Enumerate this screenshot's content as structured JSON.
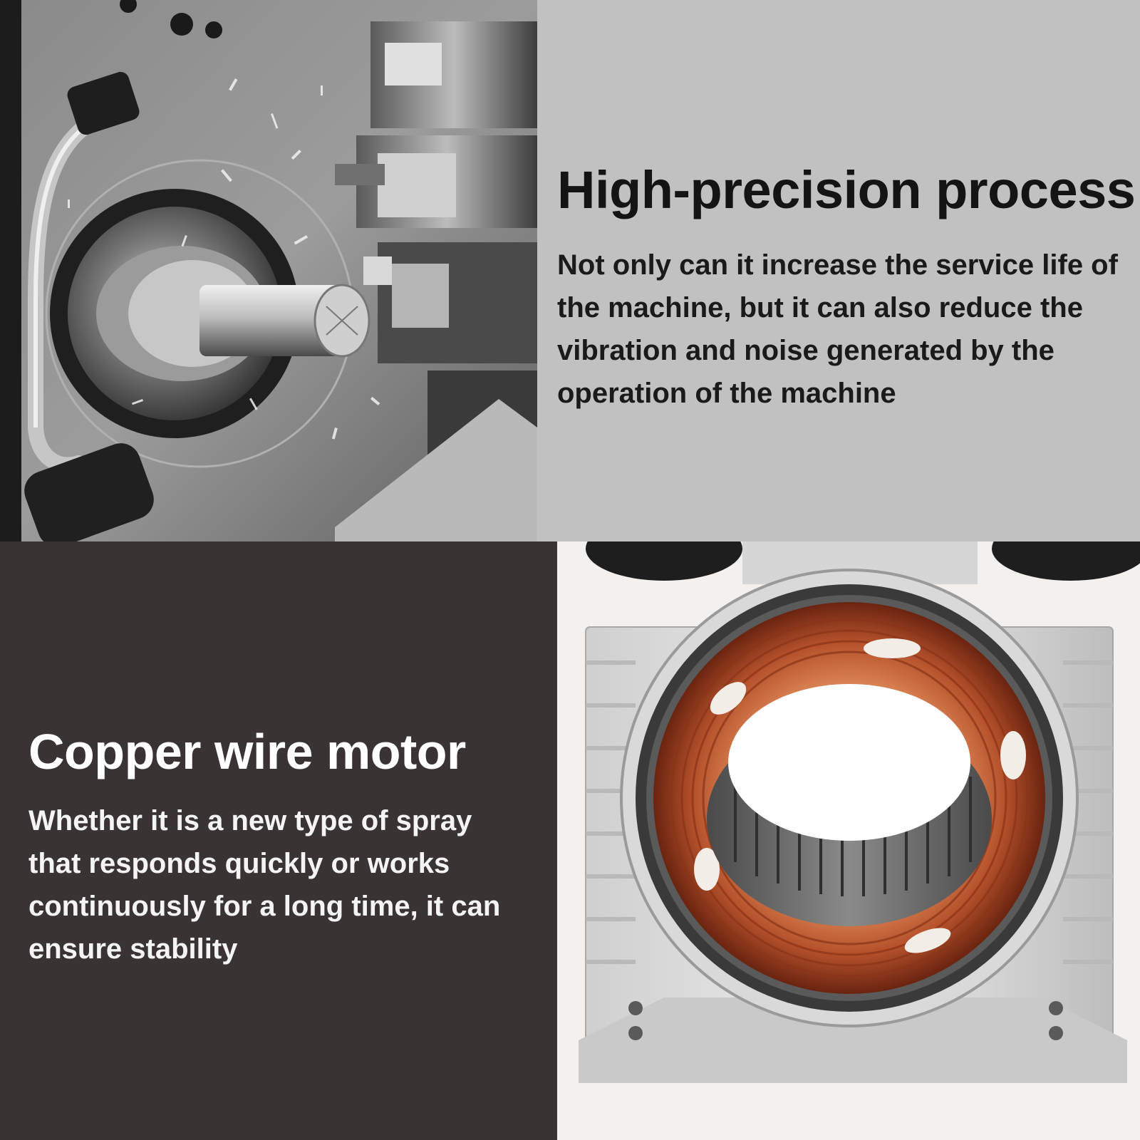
{
  "precision": {
    "title": "High-precision process",
    "body": "Not only can it increase the service life of the machine, but it can also reduce the vibration and noise generated by the operation of the machine"
  },
  "copper": {
    "title": "Copper wire motor",
    "body": "Whether it is a new type of spray that responds quickly or works continuously for a long time, it can ensure stability"
  },
  "images": {
    "lathe": "cnc-lathe-turning-photo",
    "motor": "copper-wire-motor-stator-photo"
  },
  "colors": {
    "grey_panel": "#c1c1c1",
    "dark_panel": "#393433",
    "title_dark": "#141414",
    "title_light": "#ffffff",
    "copper": "#b4502a"
  }
}
